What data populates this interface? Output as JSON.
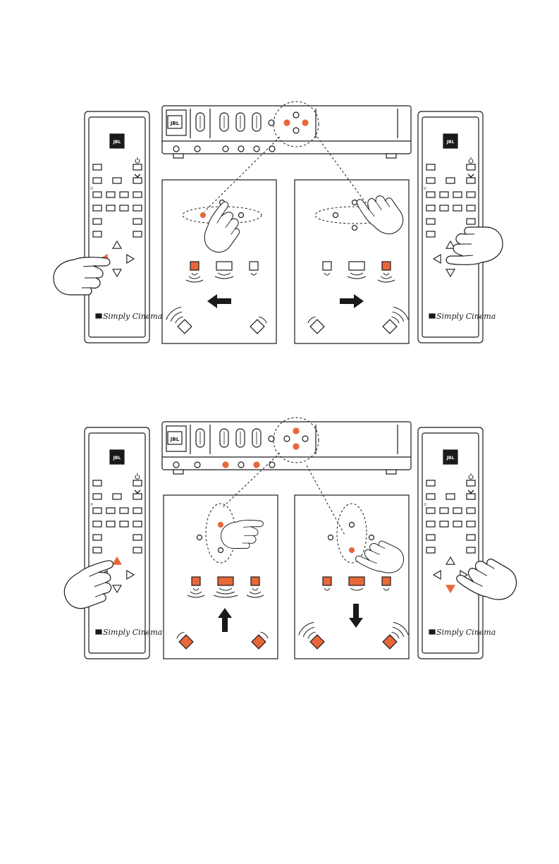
{
  "colors": {
    "accent": "#e8673a",
    "ink": "#1a1a1a",
    "paper": "#ffffff"
  },
  "remote": {
    "logo_text": "JBL",
    "brand_text": "Simply Cinema"
  },
  "receiver": {
    "logo_text": "JBL"
  },
  "icons": [
    "pointing-hand-icon",
    "speaker-icon",
    "sound-wave-icon",
    "arrow-icon",
    "power-icon",
    "mute-icon"
  ],
  "panels": [
    {
      "section": "top",
      "position": "left",
      "active_button": "left",
      "arrow": "left"
    },
    {
      "section": "top",
      "position": "right",
      "active_button": "right",
      "arrow": "right"
    },
    {
      "section": "bottom",
      "position": "left",
      "active_button": "up",
      "arrow": "up"
    },
    {
      "section": "bottom",
      "position": "right",
      "active_button": "down",
      "arrow": "down"
    }
  ]
}
